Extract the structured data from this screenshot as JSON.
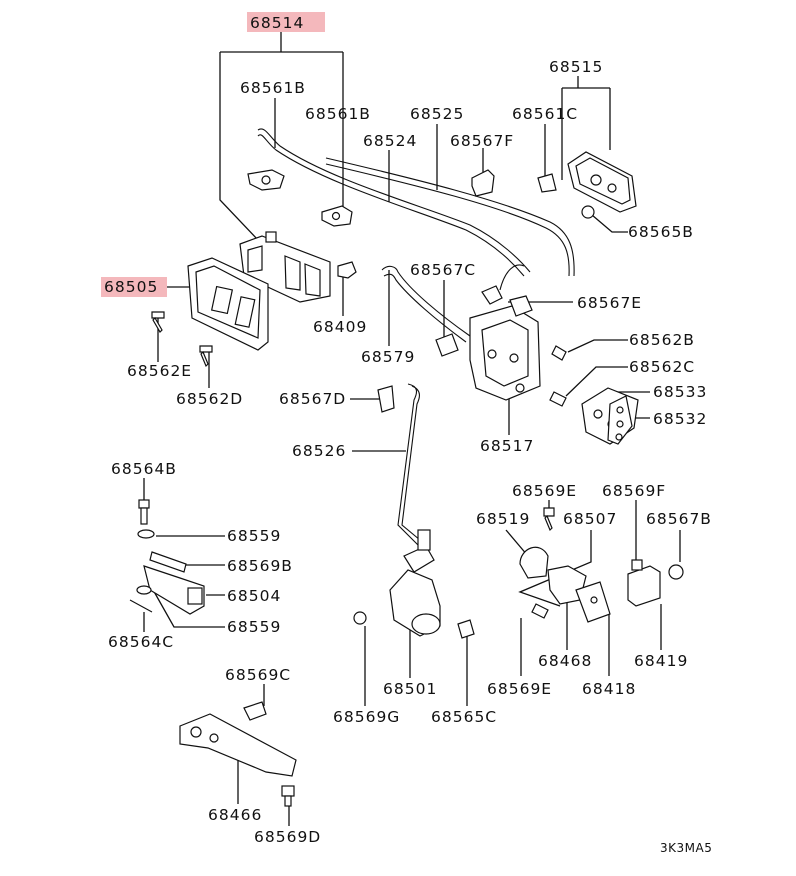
{
  "diagram": {
    "highlight_color": "#f4b8bc",
    "figure_code": "3K3MA5",
    "labels": {
      "p68514": "68514",
      "p68561B": "68561B",
      "p68561B_2": "68561B",
      "p68525": "68525",
      "p68524": "68524",
      "p68567F": "68567F",
      "p68515": "68515",
      "p68561C": "68561C",
      "p68565B": "68565B",
      "p68505": "68505",
      "p68567C": "68567C",
      "p68567E": "68567E",
      "p68409": "68409",
      "p68579": "68579",
      "p68562E": "68562E",
      "p68562D": "68562D",
      "p68562B": "68562B",
      "p68562C": "68562C",
      "p68533": "68533",
      "p68532": "68532",
      "p68567D": "68567D",
      "p68517": "68517",
      "p68526": "68526",
      "p68564B": "68564B",
      "p68559": "68559",
      "p68569B": "68569B",
      "p68504": "68504",
      "p68559_2": "68559",
      "p68564C": "68564C",
      "p68569E": "68569E",
      "p68569F": "68569F",
      "p68519": "68519",
      "p68507": "68507",
      "p68567B": "68567B",
      "p68468": "68468",
      "p68419": "68419",
      "p68501": "68501",
      "p68569G": "68569G",
      "p68565C": "68565C",
      "p68569E_2": "68569E",
      "p68418": "68418",
      "p68569C": "68569C",
      "p68466": "68466",
      "p68569D": "68569D"
    }
  }
}
